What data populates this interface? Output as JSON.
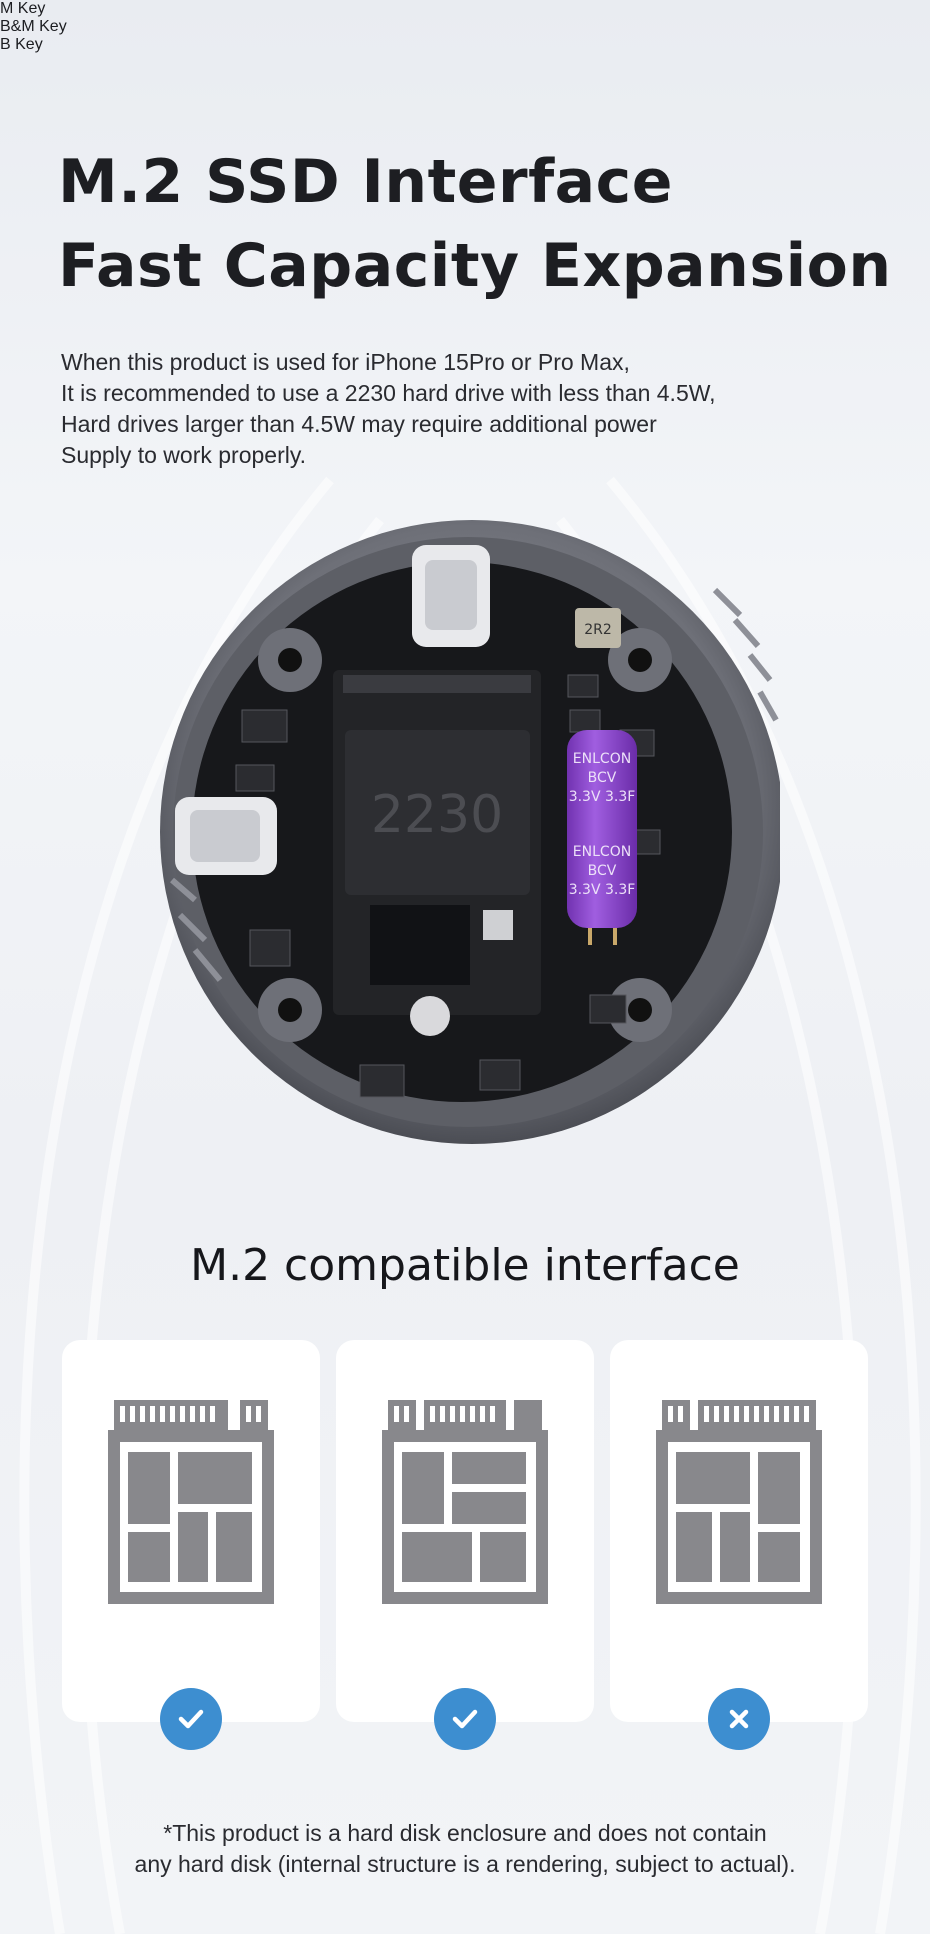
{
  "headline": {
    "line1": "M.2 SSD Interface",
    "line2": "Fast Capacity Expansion"
  },
  "description": [
    "When this product is used for iPhone 15Pro or Pro Max,",
    "It is recommended to use a 2230 hard drive with less than 4.5W,",
    "Hard drives larger than 4.5W may require additional power",
    "Supply to work properly."
  ],
  "device": {
    "ssd_label": "2230",
    "capacitor_lines": [
      "ENLCON",
      "BCV",
      "3.3V 3.3F"
    ],
    "inductor_label": "2R2"
  },
  "section_title": "M.2 compatible interface",
  "cards": [
    {
      "label": "M Key",
      "supported": true,
      "status_icon": "check-icon"
    },
    {
      "label": "B&M Key",
      "supported": true,
      "status_icon": "check-icon"
    },
    {
      "label": "B Key",
      "supported": false,
      "status_icon": "cross-icon"
    }
  ],
  "colors": {
    "status_blue": "#3d8ed0",
    "chip_gray": "#88888c",
    "capacitor_purple": "#8b45c8"
  },
  "footnote": [
    "*This product is a hard disk enclosure and does not contain",
    "any hard disk (internal structure is a rendering, subject to actual)."
  ]
}
